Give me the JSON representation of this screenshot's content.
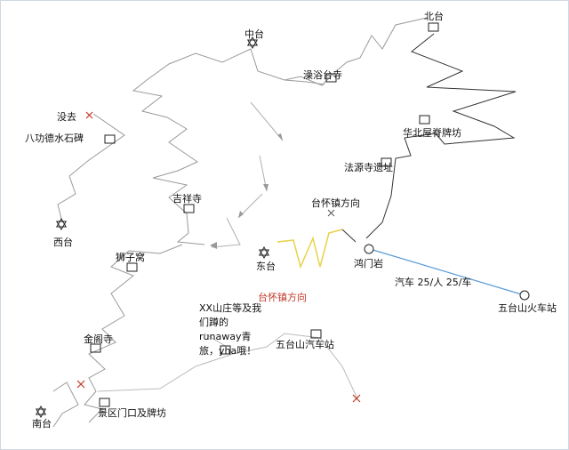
{
  "places": {
    "zhongtai": "中台",
    "beitai": "北台",
    "yuyutai": "澡浴台寺",
    "meiqu": "没去",
    "bagongde": "八功德水石碑",
    "huabei": "华北屋脊牌坊",
    "fayuan": "法源寺遗址",
    "taihuai_dir": "台怀镇方向",
    "jixiang": "吉祥寺",
    "xitai": "西台",
    "dongtai": "东台",
    "hongmenyan": "鸿门岩",
    "shiziwo": "狮子窝",
    "taihuai_dir_red": "台怀镇方向",
    "shanzhuang": "XX山庄等及我们蹲的runaway青旅，yha哦！",
    "bus_station": "五台山汽车站",
    "bus_info": "汽车 25/人 25/车",
    "train_station": "五台山火车站",
    "jinge": "金阁寺",
    "nantai": "南台",
    "gate": "景区门口及牌坊"
  },
  "colors": {
    "trail_dark": "#333333",
    "trail_light": "#9a9a9a",
    "trail_descent": "#b0b0b0",
    "road_bus": "#5b9bd5",
    "section_yellow": "#e8d24a",
    "cross_red": "#c0392b",
    "text_red": "#c0392b",
    "border": "#cfd8e3"
  },
  "icons": {
    "peak": "star-of-david-icon",
    "site": "square-icon",
    "not_visited": "red-cross-icon",
    "station": "circle-icon"
  }
}
